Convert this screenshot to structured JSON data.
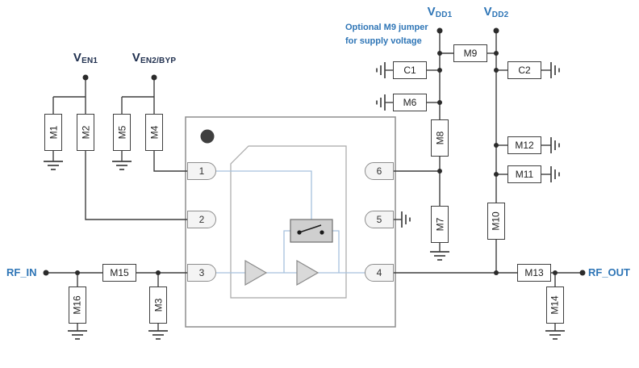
{
  "labels": {
    "ven1": {
      "base": "V",
      "sub": "EN1"
    },
    "ven2": {
      "base": "V",
      "sub": "EN2/BYP"
    },
    "vdd1": {
      "base": "V",
      "sub": "DD1"
    },
    "vdd2": {
      "base": "V",
      "sub": "DD2"
    },
    "rf_in": "RF_IN",
    "rf_out": "RF_OUT"
  },
  "note": {
    "line1": "Optional M9 jumper",
    "line2": "for supply voltage"
  },
  "components": {
    "m1": "M1",
    "m2": "M2",
    "m3": "M3",
    "m4": "M4",
    "m5": "M5",
    "m6": "M6",
    "m7": "M7",
    "m8": "M8",
    "m9": "M9",
    "m10": "M10",
    "m11": "M11",
    "m12": "M12",
    "m13": "M13",
    "m14": "M14",
    "m15": "M15",
    "m16": "M16",
    "c1": "C1",
    "c2": "C2"
  },
  "pins": {
    "p1": "1",
    "p2": "2",
    "p3": "3",
    "p4": "4",
    "p5": "5",
    "p6": "6"
  },
  "colors": {
    "accent_blue": "#2e75b6",
    "wire": "#3f3f3f",
    "internal_wire": "#a6c1dd",
    "dark_navy": "#20304f"
  }
}
